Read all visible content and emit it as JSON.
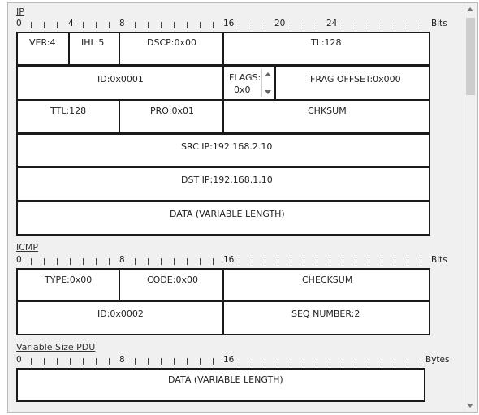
{
  "ip": {
    "title": "IP",
    "ruler_labels": [
      "0",
      "4",
      "8",
      "16",
      "20",
      "24"
    ],
    "unit": "Bits",
    "ver": "VER:4",
    "ihl": "IHL:5",
    "dscp": "DSCP:0x00",
    "tl": "TL:128",
    "id": "ID:0x0001",
    "flags_label": "FLAGS:",
    "flags_value": "0x0",
    "frag_offset": "FRAG OFFSET:0x000",
    "ttl": "TTL:128",
    "pro": "PRO:0x01",
    "chksum": "CHKSUM",
    "src_ip": "SRC IP:192.168.2.10",
    "dst_ip": "DST IP:192.168.1.10",
    "data": "DATA (VARIABLE LENGTH)"
  },
  "icmp": {
    "title": "ICMP",
    "ruler_labels": [
      "0",
      "8",
      "16"
    ],
    "unit": "Bits",
    "type": "TYPE:0x00",
    "code": "CODE:0x00",
    "checksum": "CHECKSUM",
    "id": "ID:0x0002",
    "seq": "SEQ NUMBER:2"
  },
  "pdu": {
    "title": "Variable Size PDU",
    "ruler_labels": [
      "0",
      "8",
      "16"
    ],
    "unit": "Bytes",
    "data": "DATA (VARIABLE LENGTH)"
  }
}
